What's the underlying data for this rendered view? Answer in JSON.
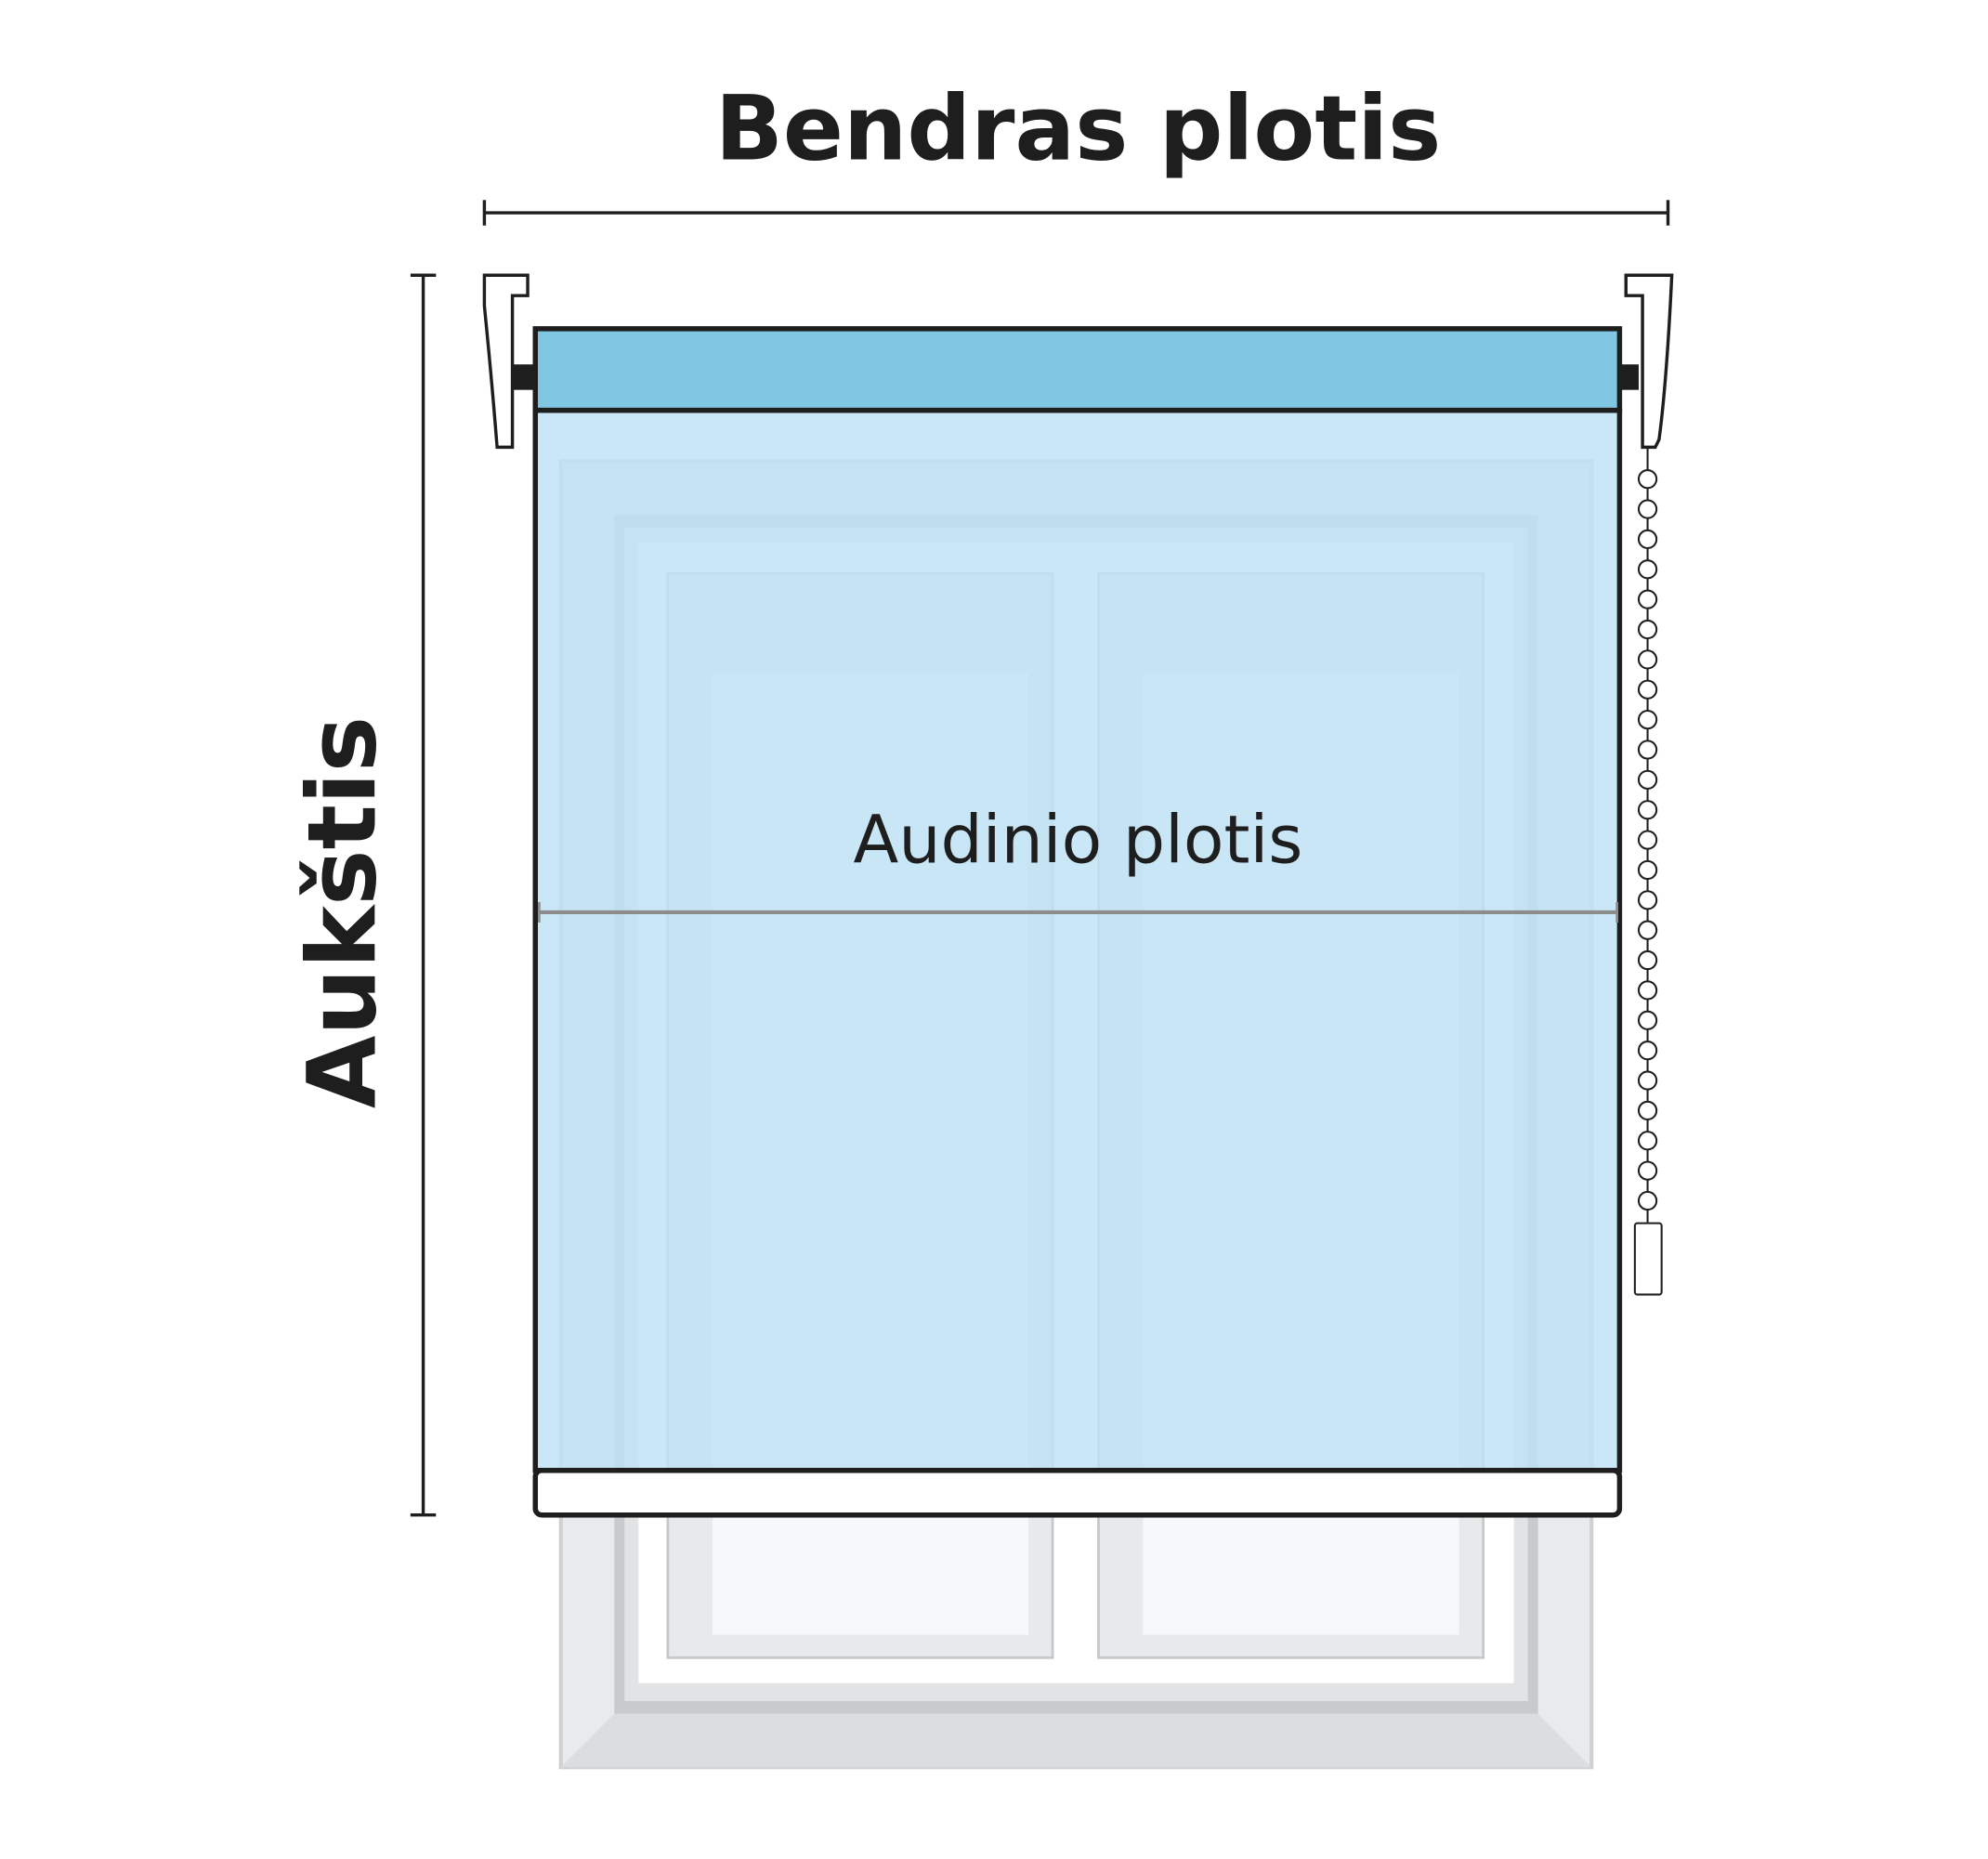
{
  "labels": {
    "total_width": "Bendras plotis",
    "height": "Aukštis",
    "fabric_width": "Audinio plotis"
  },
  "colors": {
    "roller_tube": "#7ec6e1",
    "fabric": "#bde2f4",
    "outline": "#1e1e1e",
    "window_frame": "#e6e7e8"
  }
}
